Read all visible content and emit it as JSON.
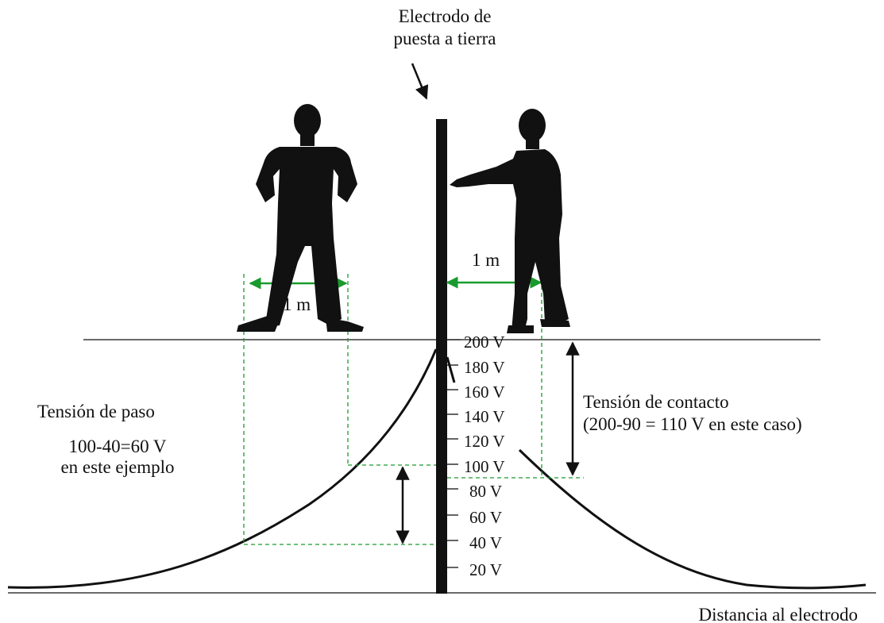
{
  "electrode_label": [
    "Electrodo de",
    "puesta a tierra"
  ],
  "step_voltage": {
    "title": "Tensión de paso",
    "example_line1": "100-40=60 V",
    "example_line2": "en este ejemplo",
    "spacing_label": "1 m"
  },
  "touch_voltage": {
    "title": "Tensión de contacto",
    "detail": "(200-90 = 110 V en este caso)",
    "spacing_label": "1 m"
  },
  "axis_label": "Distancia al electrodo",
  "voltage_scale": [
    "200 V",
    "180 V",
    "160 V",
    "140 V",
    "120 V",
    "100 V",
    "80 V",
    "60 V",
    "40 V",
    "20 V"
  ],
  "colors": {
    "ink": "#111111",
    "dimension": "#1a9a2e"
  }
}
